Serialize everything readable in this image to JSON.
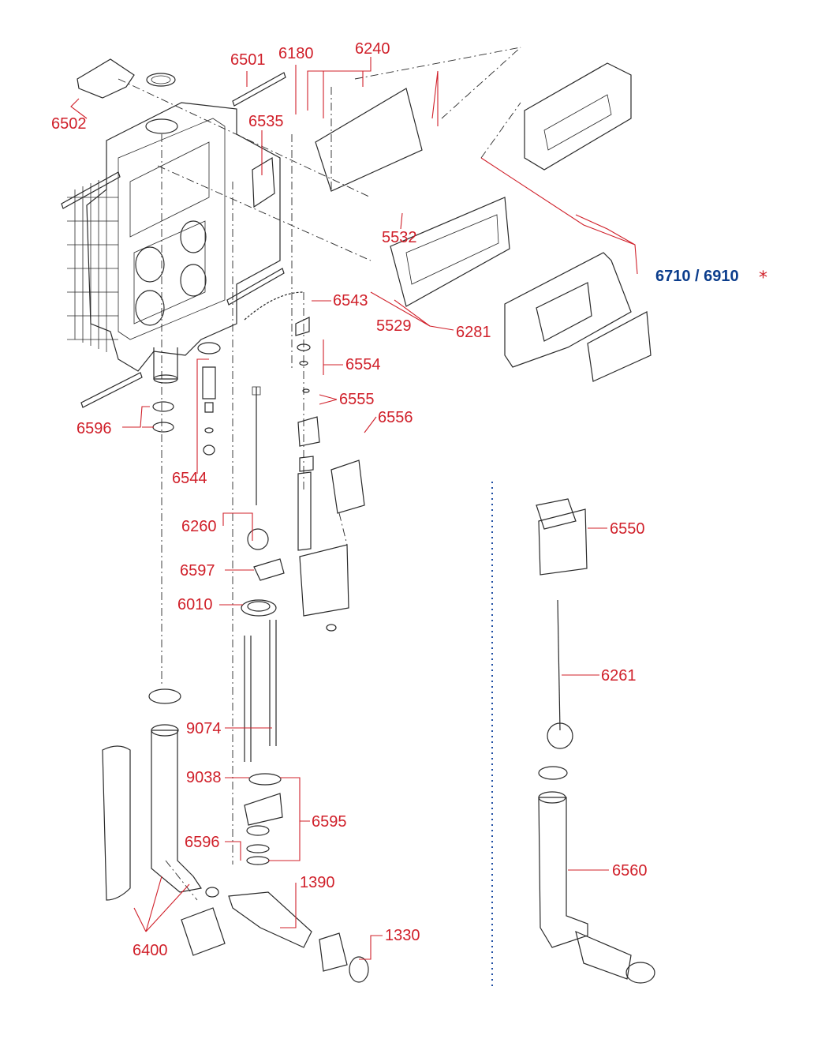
{
  "labels": {
    "l6502": "6502",
    "l6501": "6501",
    "l6180": "6180",
    "l6240": "6240",
    "l6535": "6535",
    "l5532": "5532",
    "l6710": "6710 / 6910",
    "l6543": "6543",
    "l5529": "5529",
    "l6281": "6281",
    "l6554": "6554",
    "l6555": "6555",
    "l6556": "6556",
    "l6596a": "6596",
    "l6544": "6544",
    "l6260": "6260",
    "l6597": "6597",
    "l6010": "6010",
    "l6550": "6550",
    "l6261": "6261",
    "l9074": "9074",
    "l9038": "9038",
    "l6595": "6595",
    "l6596b": "6596",
    "l1390": "1390",
    "l1330": "1330",
    "l6400": "6400",
    "l6560": "6560"
  },
  "star": "*",
  "colors": {
    "label_red": "#d0202a",
    "title_blue": "#0b3d8c",
    "panel_orange": "#f5d7c4",
    "panel_green": "#dfe9d6",
    "tank_pink": "#f2dde5",
    "pipe_blue": "#dbe8f4",
    "float_yellow": "#f7edbe"
  }
}
